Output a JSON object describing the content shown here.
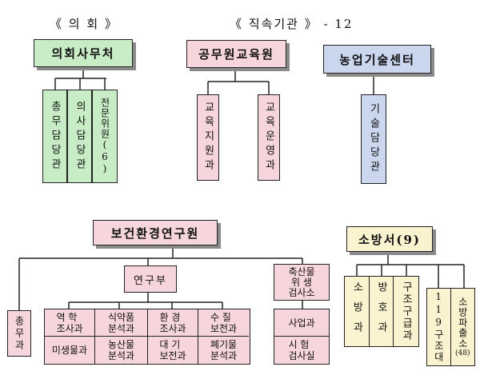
{
  "headers": {
    "council": "《 의 회 》",
    "direct_agencies": "《 직속기관 》 - 12"
  },
  "council": {
    "title": "의회사무처",
    "units": [
      "총무담당관",
      "의사담당관",
      "전문위원(6)"
    ]
  },
  "training": {
    "title": "공무원교육원",
    "units": [
      "교육지원과",
      "교육운영과"
    ]
  },
  "agri": {
    "title": "농업기술센터",
    "units": [
      "기술담당관"
    ]
  },
  "health": {
    "title": "보건환경연구원",
    "general": "총무과",
    "research": {
      "title": "연구부",
      "cells": [
        [
          "역 학\n조사과",
          "식약품\n분석과",
          "환 경\n조사과",
          "수 질\n보전과"
        ],
        [
          "미생물과",
          "농산물\n분석과",
          "대 기\n보전과",
          "폐기물\n분석과"
        ]
      ]
    },
    "livestock": {
      "title": "축산물\n위 생\n검사소",
      "units": [
        "사업과",
        "시 험\n검사실"
      ]
    }
  },
  "fire": {
    "title": "소방서(9)",
    "units": [
      "소방과",
      "방호과",
      "구조구급과"
    ],
    "extra": [
      "119구조대",
      "소방파출소"
    ],
    "extra_count": "(48)"
  }
}
